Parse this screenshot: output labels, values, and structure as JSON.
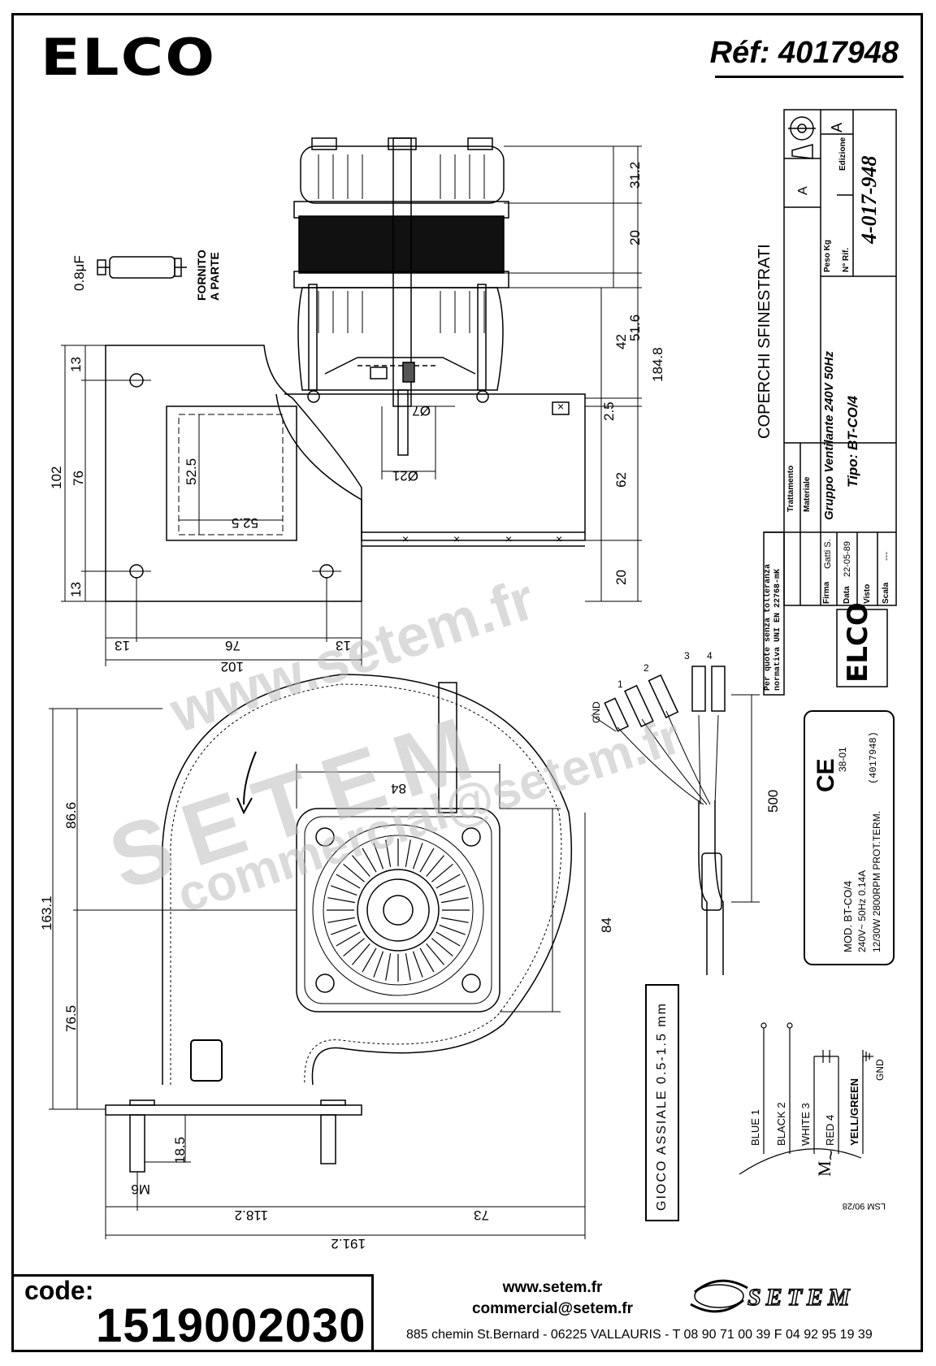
{
  "header": {
    "brand": "ELCO",
    "reference": "Réf: 4017948"
  },
  "capacitor": {
    "value": "0.8μF",
    "note_line1": "FORNITO",
    "note_line2": "A PARTE"
  },
  "side_view_dimensions": {
    "d31_2": "31.2",
    "d20_top": "20",
    "d42": "42",
    "d51_6": "51.6",
    "d184_8": "184.8",
    "d2_5": "2.5",
    "d62": "62",
    "d20_bottom": "20",
    "shaft": "Ø7",
    "hub": "Ø21"
  },
  "flange_dimensions": {
    "d13_top": "13",
    "d102_left": "102",
    "d76_left": "76",
    "d13_left_bottom": "13",
    "d52_5_v": "52.5",
    "d52_5_h": "52.5",
    "d13_bl": "13",
    "d76_bottom": "76",
    "d13_br": "13",
    "d102_bottom": "102"
  },
  "front_view_dimensions": {
    "d86_6": "86.6",
    "d163_1": "163.1",
    "d76_5": "76.5",
    "d84_top": "84",
    "d84_right": "84",
    "d18_5": "18.5",
    "thread": "M6",
    "d118_2": "118.2",
    "d73": "73",
    "d191_2": "191.2"
  },
  "cable": {
    "length": "500",
    "t_gnd": "GND",
    "t1": "1",
    "t2": "2",
    "t3": "3",
    "t4": "4"
  },
  "axial_play": "GIOCO ASSIALE 0.5-1.5 mm",
  "wiring": {
    "w1": "BLUE 1",
    "w2": "BLACK 2",
    "w3": "WHITE 3",
    "w4": "RED 4",
    "w5": "YELL/GREEN",
    "gnd": "GND",
    "motor": "M",
    "motor_tilde": "~",
    "code": "LSM 90/28"
  },
  "rating_plate": {
    "ce": "CE",
    "year": "38-01",
    "ref": "(4017948)",
    "line1": "MOD. BT-CO/4",
    "line2": "240V~    50Hz    0.14A",
    "line3": "12/30W   2800RPM   PROT.TERM."
  },
  "title_block": {
    "title": "COPERCHI SFINESTRATI",
    "edition_label": "Edizione",
    "edition": "A",
    "rev": "A",
    "peso": "Peso Kg",
    "nrif": "N° Rif.",
    "drawing_no": "4-017-948",
    "trattamento": "Trattamento",
    "materiale": "Materiale",
    "desc1": "Gruppo Ventilante 240V 50Hz",
    "desc2": "Tipo: BT-CO/4",
    "tolerance1": "Per quote senza tolleranza",
    "tolerance2": "normativa UNI EN 22768-mK",
    "firma_label": "Firma",
    "firma": "Gatti S.",
    "data_label": "Data",
    "data": "22-05-89",
    "visto_label": "Visto",
    "scala_label": "Scala",
    "scala": "---",
    "brand": "ELCO"
  },
  "watermark": {
    "url": "www.setem.fr",
    "name": "SETEM",
    "email": "commercial@setem.fr"
  },
  "footer": {
    "code_label": "code:",
    "code": "1519002030",
    "web": "www.setem.fr",
    "email": "commercial@setem.fr",
    "address": "885 chemin St.Bernard  -  06225 VALLAURIS  -  T 08 90 71 00 39   F 04 92 95 19 39",
    "company": "SETEM"
  }
}
